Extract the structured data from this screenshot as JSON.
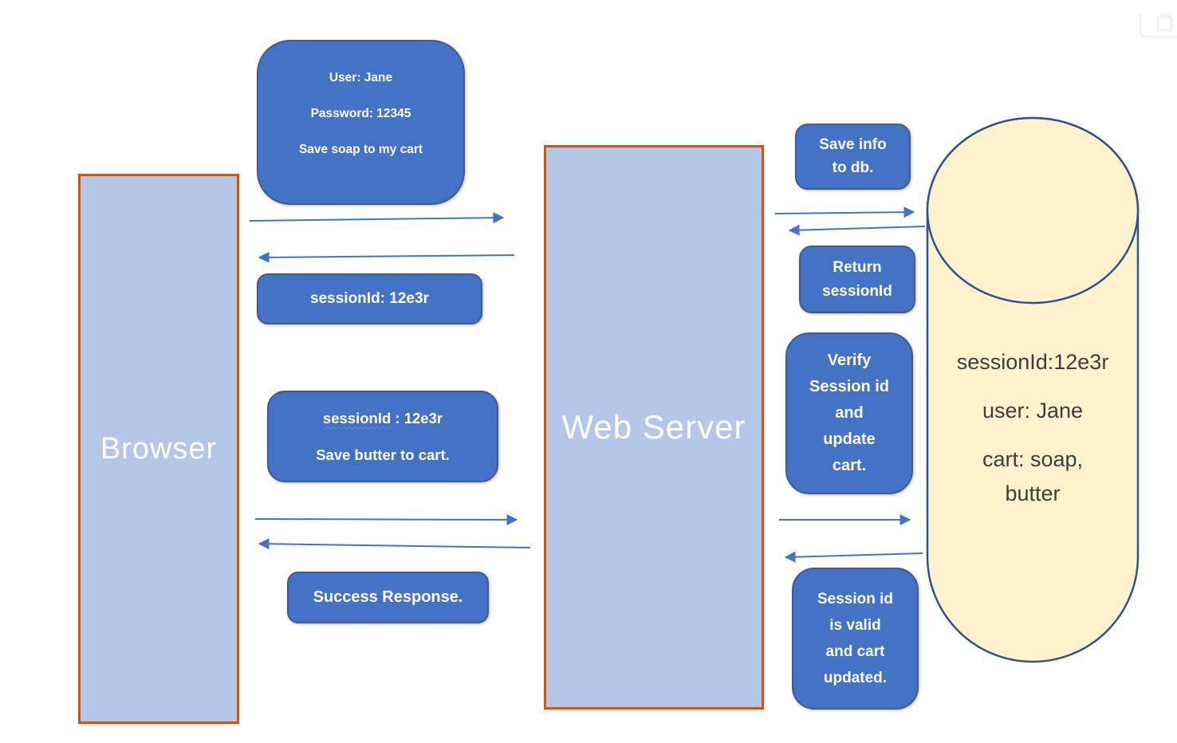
{
  "colors": {
    "blue": "#4472C4",
    "blue_border": "#44598E",
    "light_blue": "#B4C7E7",
    "orange": "#C55A11",
    "cream": "#FFF2CC",
    "db_border": "#2F528F",
    "arrow": "#4472C4",
    "db_text": "#3D3D3D",
    "white_text": "#FFFFFF"
  },
  "actors": {
    "browser": {
      "label": "Browser"
    },
    "web_server": {
      "label": "Web Server"
    },
    "database": {
      "line1": "sessionId:12e3r",
      "line2": "user: Jane",
      "line3": "cart: soap,",
      "line4": "butter"
    }
  },
  "messages": {
    "login_request": {
      "line1": "User: Jane",
      "line2": "Password: 12345",
      "line3": "Save soap to my cart"
    },
    "session_response": {
      "label": "sessionId: 12e3r"
    },
    "cart_request": {
      "term": "sessionId",
      "rest": " : 12e3r",
      "line2": "Save butter to cart."
    },
    "success_response": {
      "label": "Success Response."
    },
    "save_info": {
      "line1": "Save info",
      "line2": "to db."
    },
    "return_session": {
      "line1": "Return",
      "line2": "sessionId"
    },
    "verify_session": {
      "line1": "Verify",
      "line2": "Session id",
      "line3": "and",
      "line4": "update",
      "line5": "cart."
    },
    "session_valid": {
      "line1": "Session id",
      "line2": "is valid",
      "line3": "and cart",
      "line4": "updated."
    }
  },
  "icons": {
    "corner": "clipboard-icon"
  }
}
